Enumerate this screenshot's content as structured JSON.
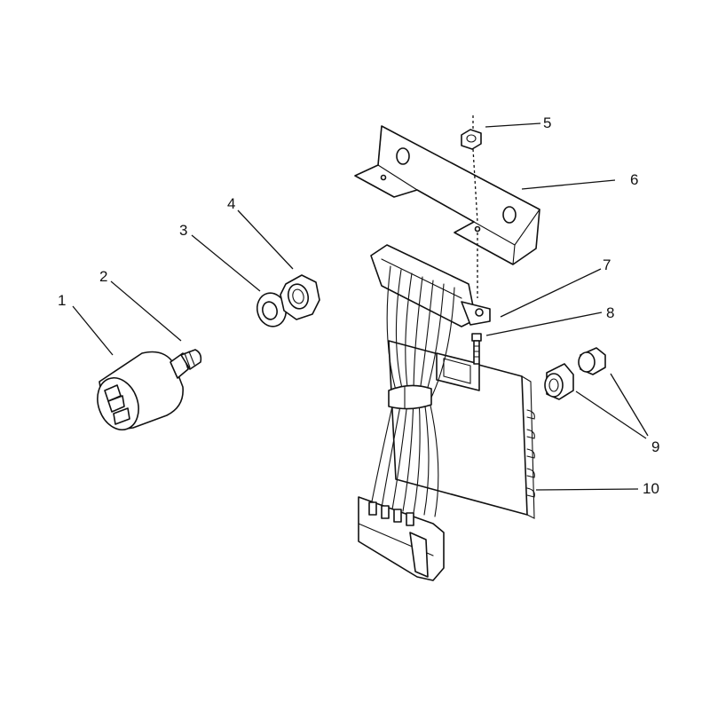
{
  "diagram": {
    "callouts": [
      {
        "id": "1",
        "label": "1"
      },
      {
        "id": "2",
        "label": "2"
      },
      {
        "id": "3",
        "label": "3"
      },
      {
        "id": "4",
        "label": "4"
      },
      {
        "id": "5",
        "label": "5"
      },
      {
        "id": "6",
        "label": "6"
      },
      {
        "id": "7",
        "label": "7"
      },
      {
        "id": "8",
        "label": "8"
      },
      {
        "id": "9",
        "label": "9"
      },
      {
        "id": "10",
        "label": "10"
      }
    ],
    "colors": {
      "ink": "#111111",
      "background": "#ffffff"
    }
  }
}
